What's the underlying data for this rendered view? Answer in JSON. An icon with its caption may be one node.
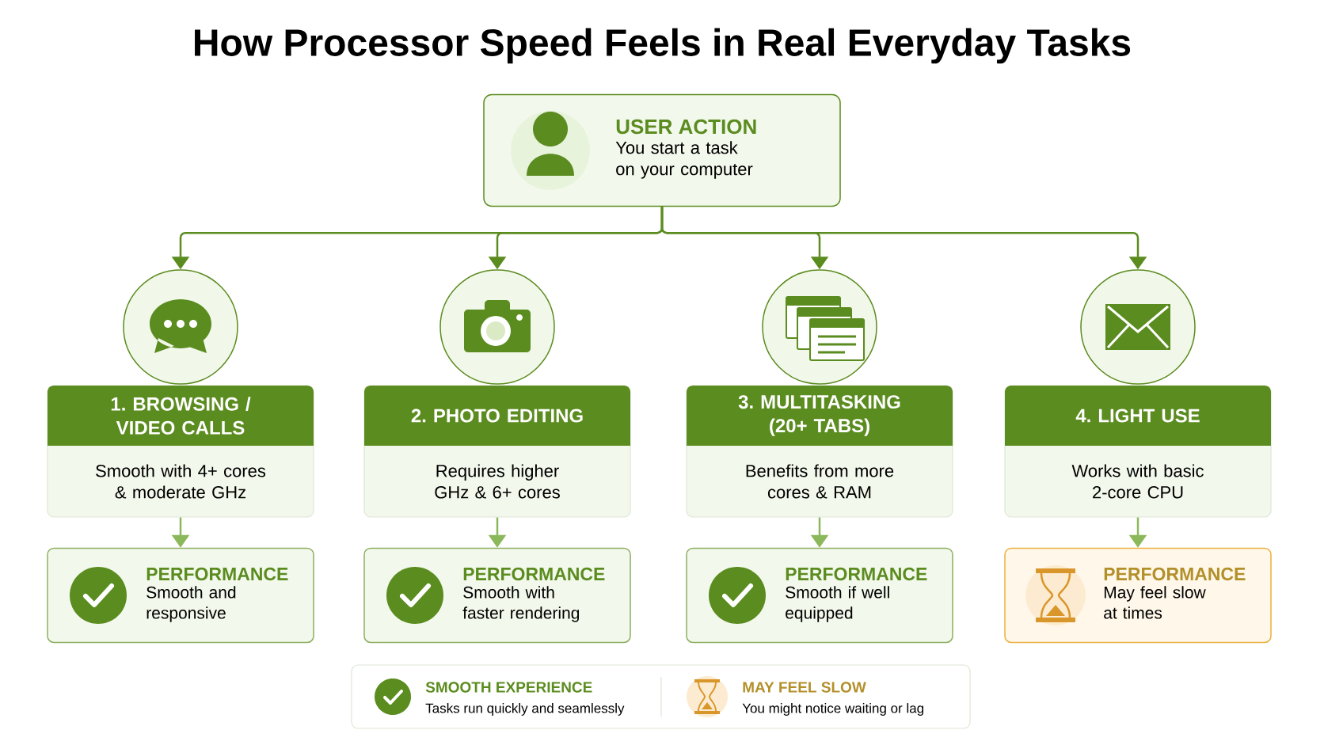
{
  "diagram": {
    "title": "How Processor Speed Feels in Real Everyday Tasks",
    "nodes": [
      {
        "text": [
          "USER ACTION",
          "You start a task on your computer"
        ]
      },
      {
        "text": [],
        "shape": "circle"
      },
      {
        "text": [],
        "shape": "circle"
      },
      {
        "text": [],
        "shape": "circle"
      },
      {
        "text": [],
        "shape": "circle"
      },
      {
        "text": [
          "1. BROWSING / VIDEO CALLS",
          "Smooth with 4+ cores & moderate GHz"
        ]
      },
      {
        "text": [
          "2. PHOTO EDITING",
          "Requires higher GHz & 6+ cores"
        ]
      },
      {
        "text": [
          "3. MULTITASKING (20+ TABS)",
          "Benefits from more cores & RAM"
        ]
      },
      {
        "text": [
          "4. LIGHT USE",
          "Works with basic 2-core CPU"
        ]
      },
      {
        "text": [
          "PERFORMANCE",
          "Smooth and responsive"
        ]
      },
      {
        "text": [
          "PERFORMANCE",
          "Smooth with faster rendering"
        ]
      },
      {
        "text": [
          "PERFORMANCE",
          "Smooth if well equipped"
        ]
      },
      {
        "text": [
          "PERFORMANCE",
          "May feel slow at times"
        ]
      }
    ],
    "edges": [
      {
        "from": 0,
        "to": 1,
        "arrow": "to"
      },
      {
        "from": 0,
        "to": 2,
        "arrow": "to"
      },
      {
        "from": 0,
        "to": 3,
        "arrow": "to"
      },
      {
        "from": 0,
        "to": 4,
        "arrow": "to"
      },
      {
        "from": 5,
        "to": 9,
        "arrow": "to",
        "color": "#8cb85c"
      },
      {
        "from": 6,
        "to": 10,
        "arrow": "to",
        "color": "#8cb85c"
      },
      {
        "from": 7,
        "to": 11,
        "arrow": "to",
        "color": "#8cb85c"
      },
      {
        "from": 8,
        "to": 12,
        "arrow": "to",
        "color": "#8cb85c"
      }
    ],
    "labels": [
      "SMOOTH EXPERIENCE",
      "Tasks run quickly and seamlessly",
      "MAY FEEL SLOW",
      "You might notice waiting or lag"
    ]
  }
}
